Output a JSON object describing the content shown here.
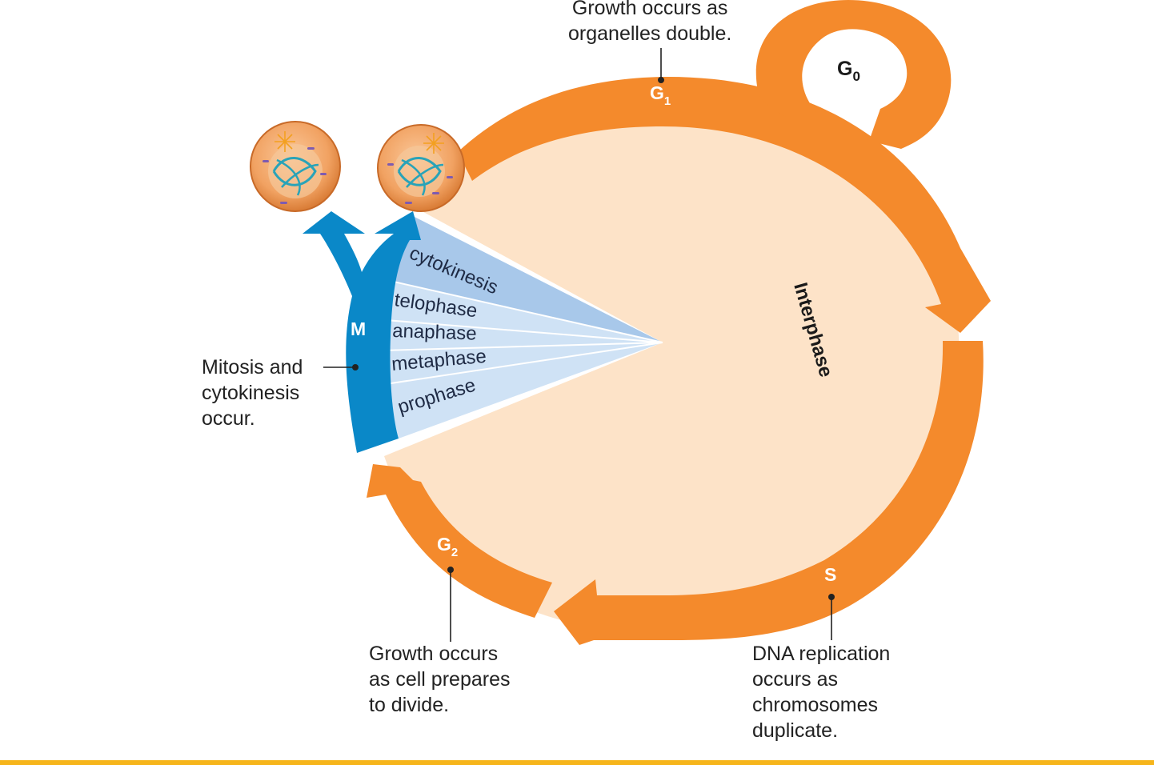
{
  "diagram": {
    "stages": {
      "g1": {
        "label": "G",
        "sub": "1"
      },
      "g0": {
        "label": "G",
        "sub": "0"
      },
      "s": {
        "label": "S"
      },
      "g2": {
        "label": "G",
        "sub": "2"
      },
      "m": {
        "label": "M"
      }
    },
    "interphase_label": "Interphase",
    "mitosis_phases": [
      "cytokinesis",
      "telophase",
      "anaphase",
      "metaphase",
      "prophase"
    ],
    "callouts": {
      "g1": [
        "Growth occurs as",
        "organelles double."
      ],
      "m": [
        "Mitosis and",
        "cytokinesis",
        "occur."
      ],
      "g2": [
        "Growth occurs",
        "as cell prepares",
        "to divide."
      ],
      "s": [
        "DNA replication",
        "occurs as",
        "chromosomes",
        "duplicate."
      ]
    },
    "icons": [
      "daughter-cell-icon",
      "daughter-cell-icon"
    ],
    "colors": {
      "interphase_fill": "#fde3c8",
      "orange_arrow": "#f48a2c",
      "mitosis_blue": "#0a88c8",
      "wedge_light": "#cfe2f5",
      "wedge_dark": "#a8c8ea",
      "bottom_bar": "#f6b51b"
    }
  }
}
